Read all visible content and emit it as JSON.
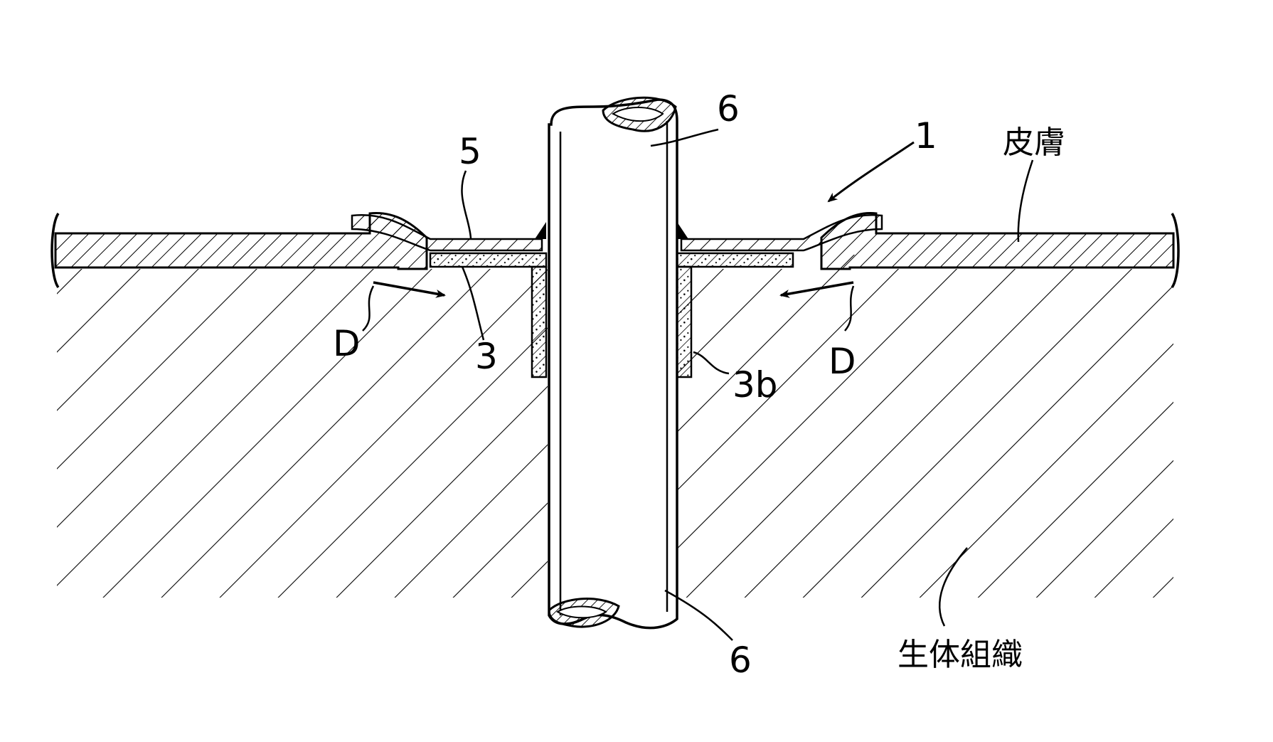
{
  "labels": {
    "device": "1",
    "skin": "皮膚",
    "layer5": "5",
    "tube_top": "6",
    "tube_bottom": "6",
    "flange3": "3",
    "sleeve3b": "3b",
    "arrow_left": "D",
    "arrow_right": "D",
    "tissue": "生体組織"
  }
}
